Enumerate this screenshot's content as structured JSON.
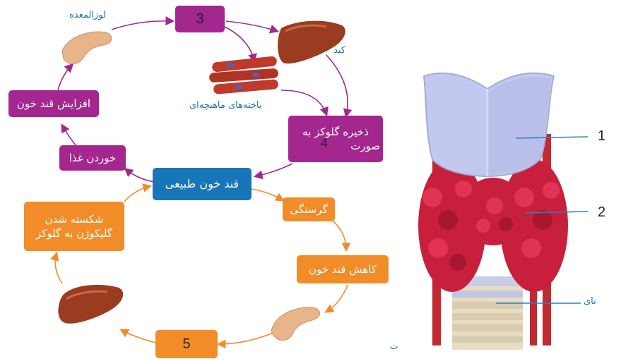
{
  "cycle": {
    "pancreas_label": "لوزالمعده",
    "liver_label": "کبد",
    "muscle_label": "یاخته‌های ماهیچه‌ای",
    "box_3": "3",
    "box_increase": "افزایش قند خون",
    "box_eating": "خوردن غذا",
    "box_store_line1": "ذخیره گلوکز به",
    "box_store_line2": "صورت",
    "box_store_number": "4",
    "box_normal": "قند خون طبیعی",
    "box_hunger": "گرسنگی",
    "box_decrease": "کاهش قند خون",
    "box_breakdown_line1": "شکسته شدن",
    "box_breakdown_line2": "گلیکوژن به گلوکز",
    "box_5": "5",
    "stray_char": "ت"
  },
  "thyroid": {
    "label_1": "1",
    "label_2": "2",
    "label_trachea": "نای"
  },
  "colors": {
    "purple": "#a3278f",
    "orange": "#f28c28",
    "blue": "#1876b8",
    "pointer_line": "#2f7fc0"
  }
}
